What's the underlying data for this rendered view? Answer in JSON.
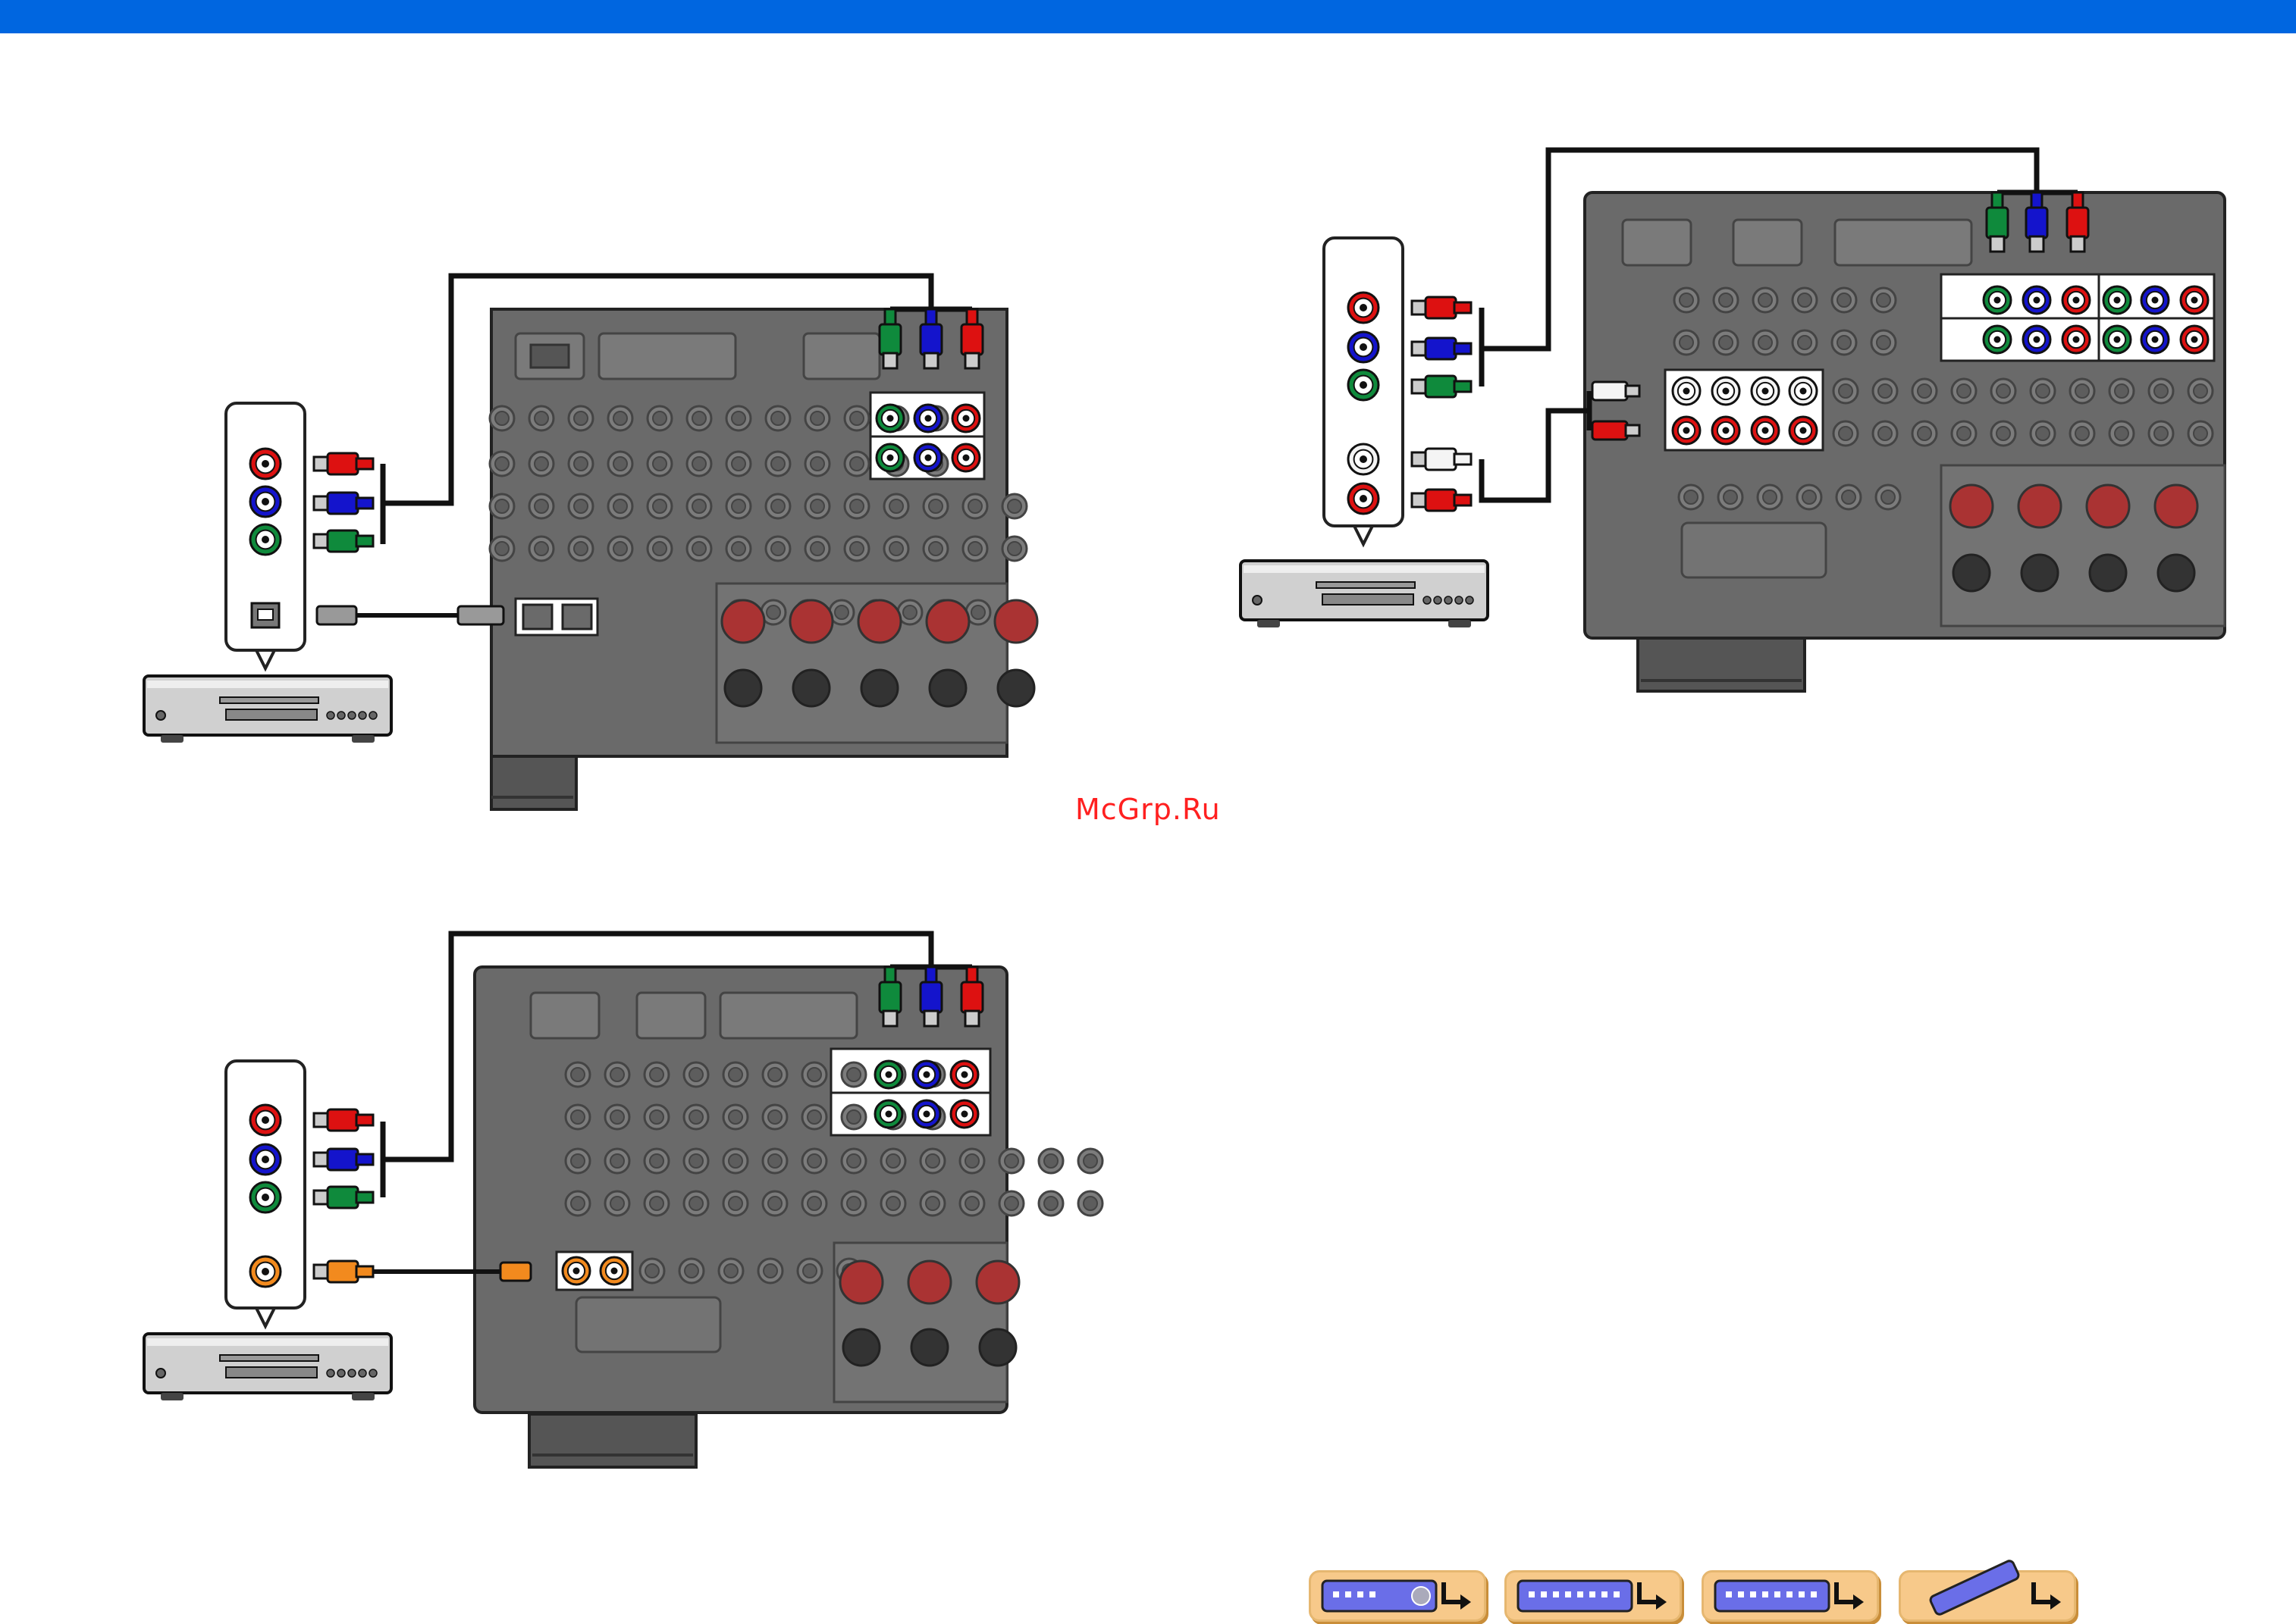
{
  "page": {
    "watermark": "McGrp.Ru",
    "colors": {
      "top_bar": "#0066e0",
      "watermark": "#ff2020",
      "receiver_panel": "#6a6a6a",
      "receiver_dark": "#555555",
      "jack_green": "#0f8a3c",
      "jack_blue": "#1414cc",
      "jack_red": "#dd1111",
      "jack_orange": "#f28a1e",
      "jack_white": "#f4f4f4",
      "nav_button": "#f7c98a"
    }
  },
  "diagrams": [
    {
      "id": "component-video-optical-audio",
      "audio_jack": "optical"
    },
    {
      "id": "component-video-coaxial-audio",
      "audio_jack": "coaxial"
    },
    {
      "id": "component-video-analog-audio",
      "audio_jack": "analog-stereo"
    }
  ],
  "nav_buttons": [
    {
      "id": "front-panel",
      "icon": "front-panel-icon"
    },
    {
      "id": "rear-panel",
      "icon": "rear-panel-icon"
    },
    {
      "id": "display",
      "icon": "display-icon"
    },
    {
      "id": "remote",
      "icon": "remote-control-icon"
    }
  ]
}
